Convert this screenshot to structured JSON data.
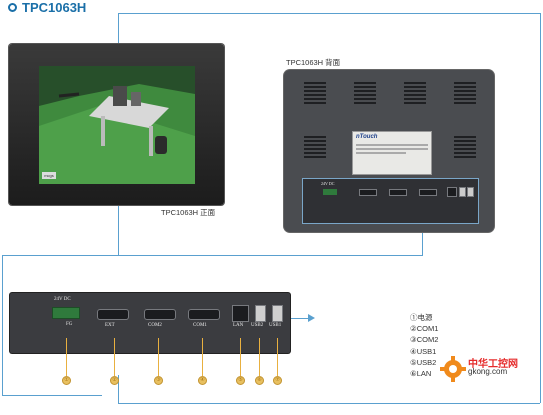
{
  "title": "TPC1063H",
  "front": {
    "caption": "TPC1063H 正面",
    "badge": "mcgs"
  },
  "back": {
    "caption": "TPC1063H 背面",
    "brand": "nTouch",
    "power_label": "24V DC"
  },
  "panel": {
    "power_label": "24V DC",
    "fg_label": "FG",
    "ports": [
      {
        "id": "ext",
        "label": "EXT"
      },
      {
        "id": "com2",
        "label": "COM2"
      },
      {
        "id": "com1",
        "label": "COM1"
      },
      {
        "id": "lan",
        "label": "LAN"
      },
      {
        "id": "usb2",
        "label": "USB2"
      },
      {
        "id": "usb1",
        "label": "USB1"
      }
    ],
    "callouts": [
      "①",
      "②",
      "③",
      "④",
      "⑤",
      "⑥",
      "⑦"
    ]
  },
  "legend": [
    "①电源",
    "②COM1",
    "③COM2",
    "④USB1",
    "⑤USB2",
    "⑥LAN"
  ],
  "watermark": {
    "site_cn": "中华工控网",
    "site_url": "gkong.com"
  },
  "colors": {
    "title": "#1a6fa8",
    "frame_line": "#5aa0cf",
    "callout": "#e8b040"
  }
}
